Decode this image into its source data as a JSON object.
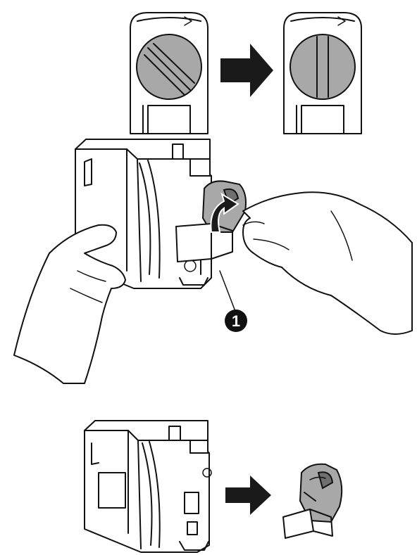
{
  "callouts": [
    {
      "label": "1"
    }
  ],
  "steps": [
    {
      "name": "cap-rotation",
      "icons": [
        "cap-lever-horizontal-icon",
        "arrow-right-icon",
        "cap-lever-vertical-icon"
      ]
    },
    {
      "name": "twist-yellow-lever",
      "icons": [
        "ink-cartridge-icon",
        "hand-icon",
        "rotate-arrow-icon"
      ]
    },
    {
      "name": "remove-cap",
      "icons": [
        "ink-cartridge-icon",
        "arrow-right-icon",
        "protective-cap-icon"
      ]
    }
  ],
  "colors": {
    "ink": "#111111",
    "cap_grey": "#a8a8a8",
    "arrow": "#1a1a1a"
  }
}
